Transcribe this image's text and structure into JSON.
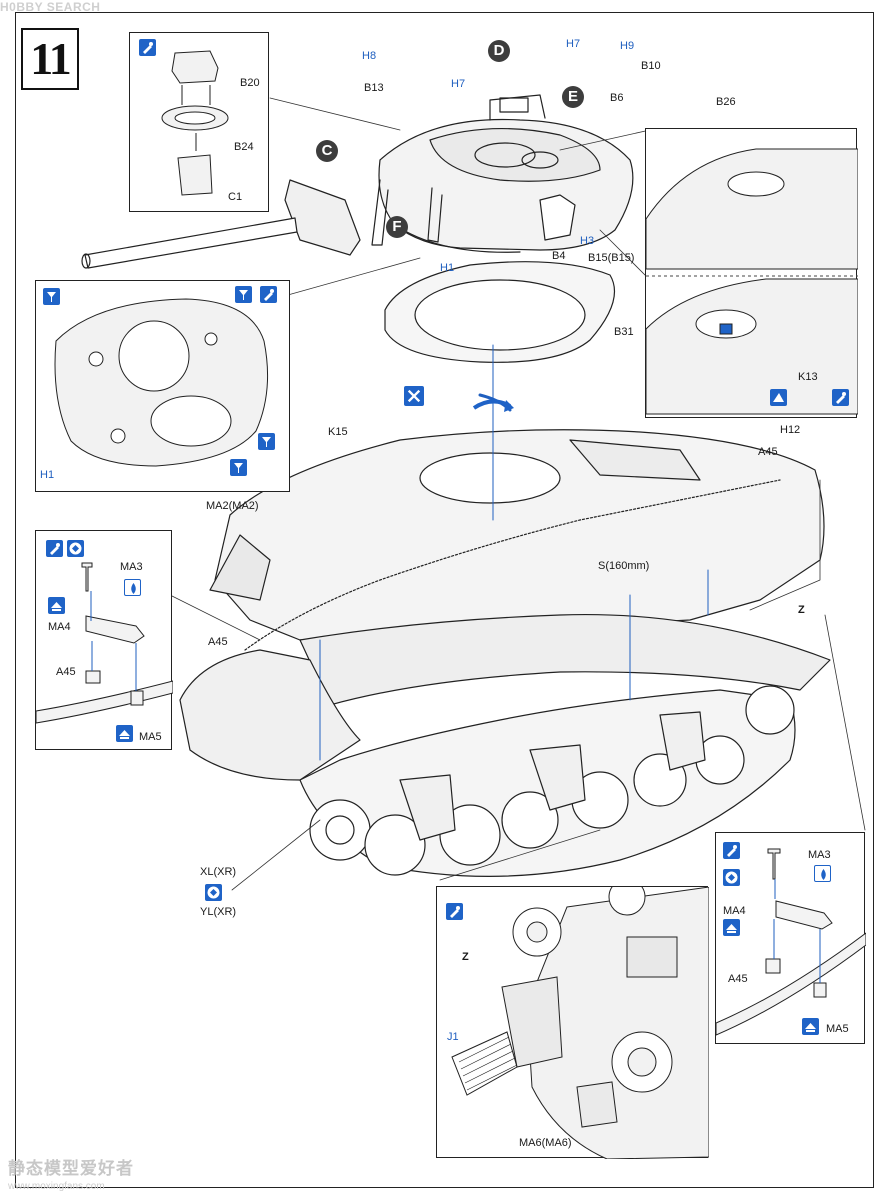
{
  "watermark_top": "H0BBY SEARCH",
  "watermark_bottom": {
    "chinese": "静态模型爱好者",
    "url": "www.moxingfans.com"
  },
  "step_number": "11",
  "markers": {
    "c": "C",
    "d": "D",
    "e": "E",
    "f": "F"
  },
  "parts": {
    "h8": "H8",
    "b13": "B13",
    "h7_left": "H7",
    "h7_top": "H7",
    "h9": "H9",
    "b10": "B10",
    "b6": "B6",
    "b26": "B26",
    "b20": "B20",
    "b24": "B24",
    "c1": "C1",
    "h3": "H3",
    "b4": "B4",
    "b15": "B15(B15)",
    "h1_turret": "H1",
    "b31": "B31",
    "k13": "K13",
    "h12": "H12",
    "k15": "K15",
    "a45_deck": "A45",
    "ma2": "MA2(MA2)",
    "s_cable": "S(160mm)",
    "a45_left": "A45",
    "z_hull": "Z",
    "xl": "XL(XR)",
    "yl": "YL(XR)",
    "z_sub": "Z",
    "j1": "J1",
    "ma6": "MA6(MA6)",
    "h1_inset": "H1"
  },
  "left_inset": {
    "ma3": "MA3",
    "ma4": "MA4",
    "a45": "A45",
    "ma5": "MA5"
  },
  "right_inset": {
    "ma3": "MA3",
    "ma4": "MA4",
    "a45": "A45",
    "ma5": "MA5"
  },
  "icons": [
    "glue-icon",
    "paint-icon",
    "option-icon",
    "cut-icon",
    "rotate-icon",
    "this-side-up-icon",
    "drill-icon"
  ],
  "colors": {
    "accent_blue": "#1f63c7",
    "label_blue": "#1f5fbf",
    "marker_dark": "#3d3d3d"
  }
}
